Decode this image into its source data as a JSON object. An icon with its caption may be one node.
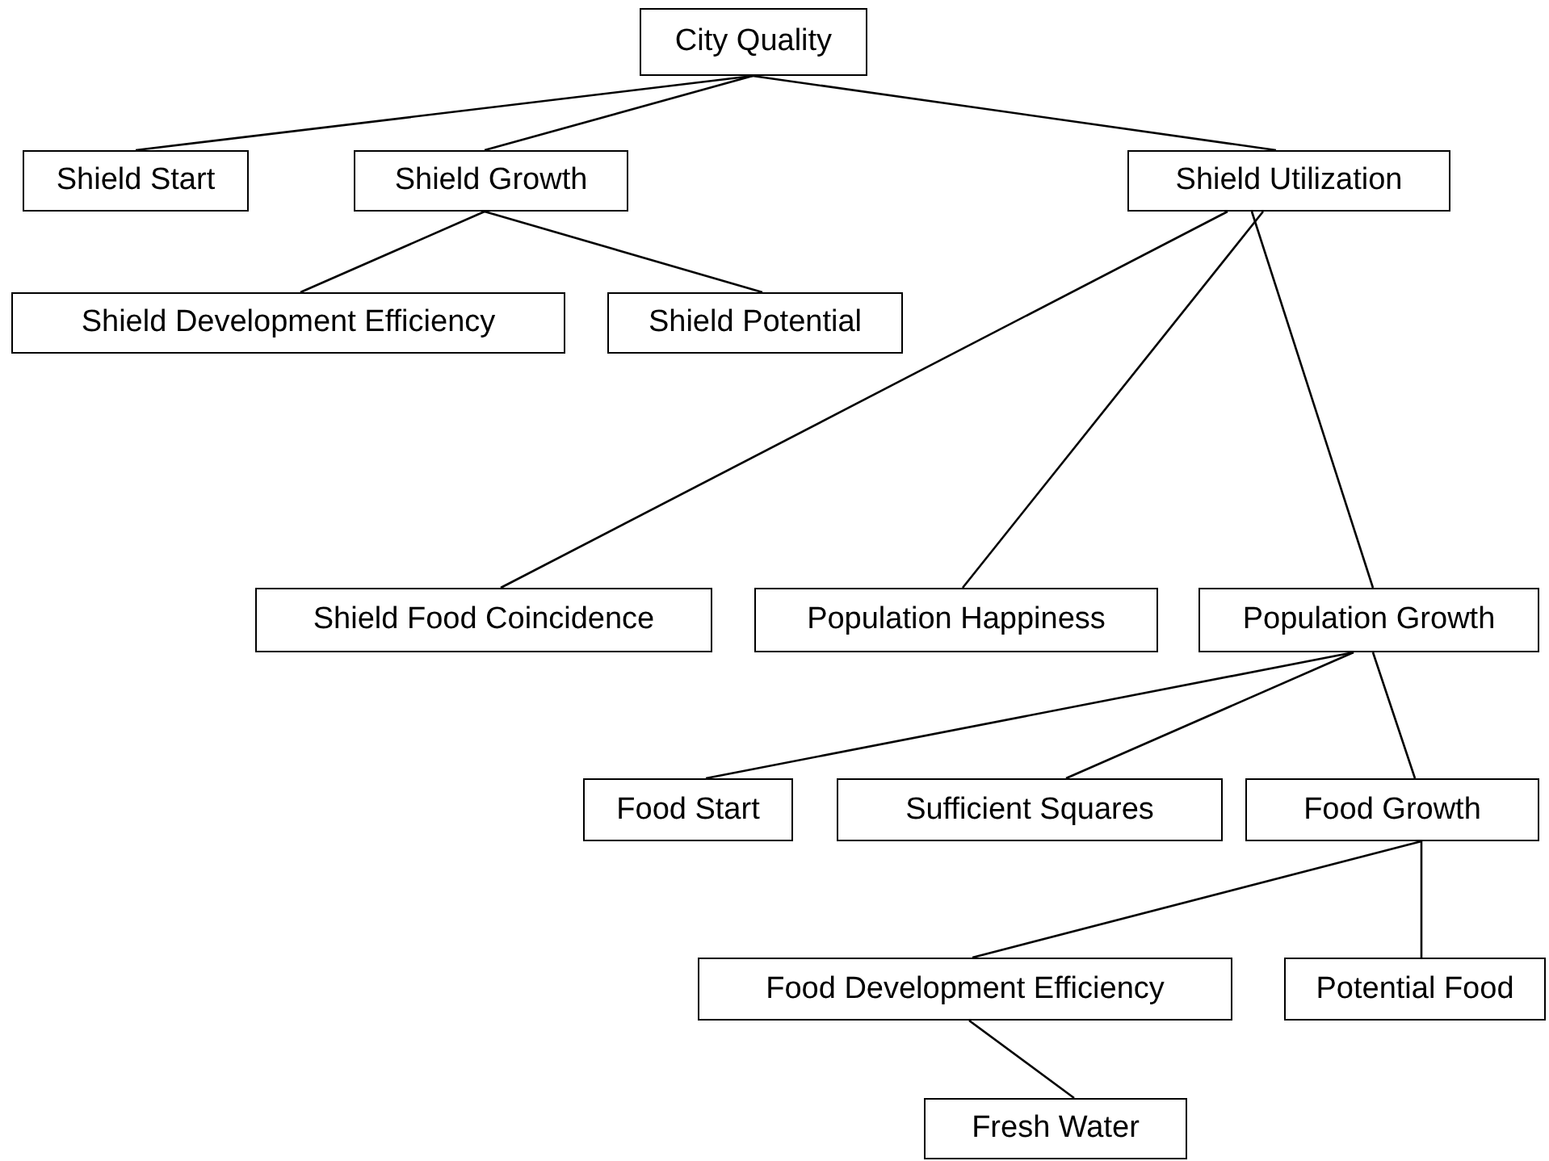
{
  "diagram": {
    "nodes": [
      {
        "text": [
          "City Quality"
        ]
      },
      {
        "text": [
          "Shield Start"
        ]
      },
      {
        "text": [
          "Shield Growth"
        ]
      },
      {
        "text": [
          "Shield Utilization"
        ]
      },
      {
        "text": [
          "Shield Development Efficiency"
        ]
      },
      {
        "text": [
          "Shield Potential"
        ]
      },
      {
        "text": [
          "Shield Food Coincidence"
        ]
      },
      {
        "text": [
          "Population Happiness"
        ]
      },
      {
        "text": [
          "Population Growth"
        ]
      },
      {
        "text": [
          "Food Start"
        ]
      },
      {
        "text": [
          "Sufficient Squares"
        ]
      },
      {
        "text": [
          "Food Growth"
        ]
      },
      {
        "text": [
          "Food Development Efficiency"
        ]
      },
      {
        "text": [
          "Potential Food"
        ]
      },
      {
        "text": [
          "Fresh Water"
        ]
      }
    ],
    "edges": [
      {
        "from": 0,
        "to": 1,
        "arrow": "none"
      },
      {
        "from": 0,
        "to": 2,
        "arrow": "none"
      },
      {
        "from": 0,
        "to": 3,
        "arrow": "none"
      },
      {
        "from": 2,
        "to": 4,
        "arrow": "none"
      },
      {
        "from": 2,
        "to": 5,
        "arrow": "none"
      },
      {
        "from": 3,
        "to": 6,
        "arrow": "none"
      },
      {
        "from": 3,
        "to": 7,
        "arrow": "none"
      },
      {
        "from": 3,
        "to": 8,
        "arrow": "none"
      },
      {
        "from": 8,
        "to": 9,
        "arrow": "none"
      },
      {
        "from": 8,
        "to": 10,
        "arrow": "none"
      },
      {
        "from": 8,
        "to": 11,
        "arrow": "none"
      },
      {
        "from": 11,
        "to": 12,
        "arrow": "none"
      },
      {
        "from": 11,
        "to": 13,
        "arrow": "none"
      },
      {
        "from": 12,
        "to": 14,
        "arrow": "none"
      }
    ]
  }
}
